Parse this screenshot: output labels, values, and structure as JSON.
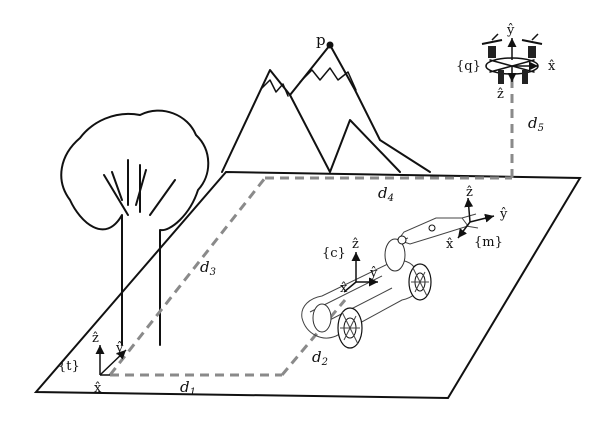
{
  "point_label": "p",
  "frames": {
    "t": {
      "name": "{t}",
      "x": "x̂",
      "y": "ŷ",
      "z": "ẑ"
    },
    "c": {
      "name": "{c}",
      "x": "x̂",
      "y": "ŷ",
      "z": "ẑ"
    },
    "m": {
      "name": "{m}",
      "x": "x̂",
      "y": "ŷ",
      "z": "ẑ"
    },
    "q": {
      "name": "{q}",
      "x": "x̂",
      "y": "ŷ",
      "z": "ẑ"
    }
  },
  "distances": {
    "d1": {
      "sym": "d",
      "sub": "1"
    },
    "d2": {
      "sym": "d",
      "sub": "2"
    },
    "d3": {
      "sym": "d",
      "sub": "3"
    },
    "d4": {
      "sym": "d",
      "sub": "4"
    },
    "d5": {
      "sym": "d",
      "sub": "5"
    }
  }
}
